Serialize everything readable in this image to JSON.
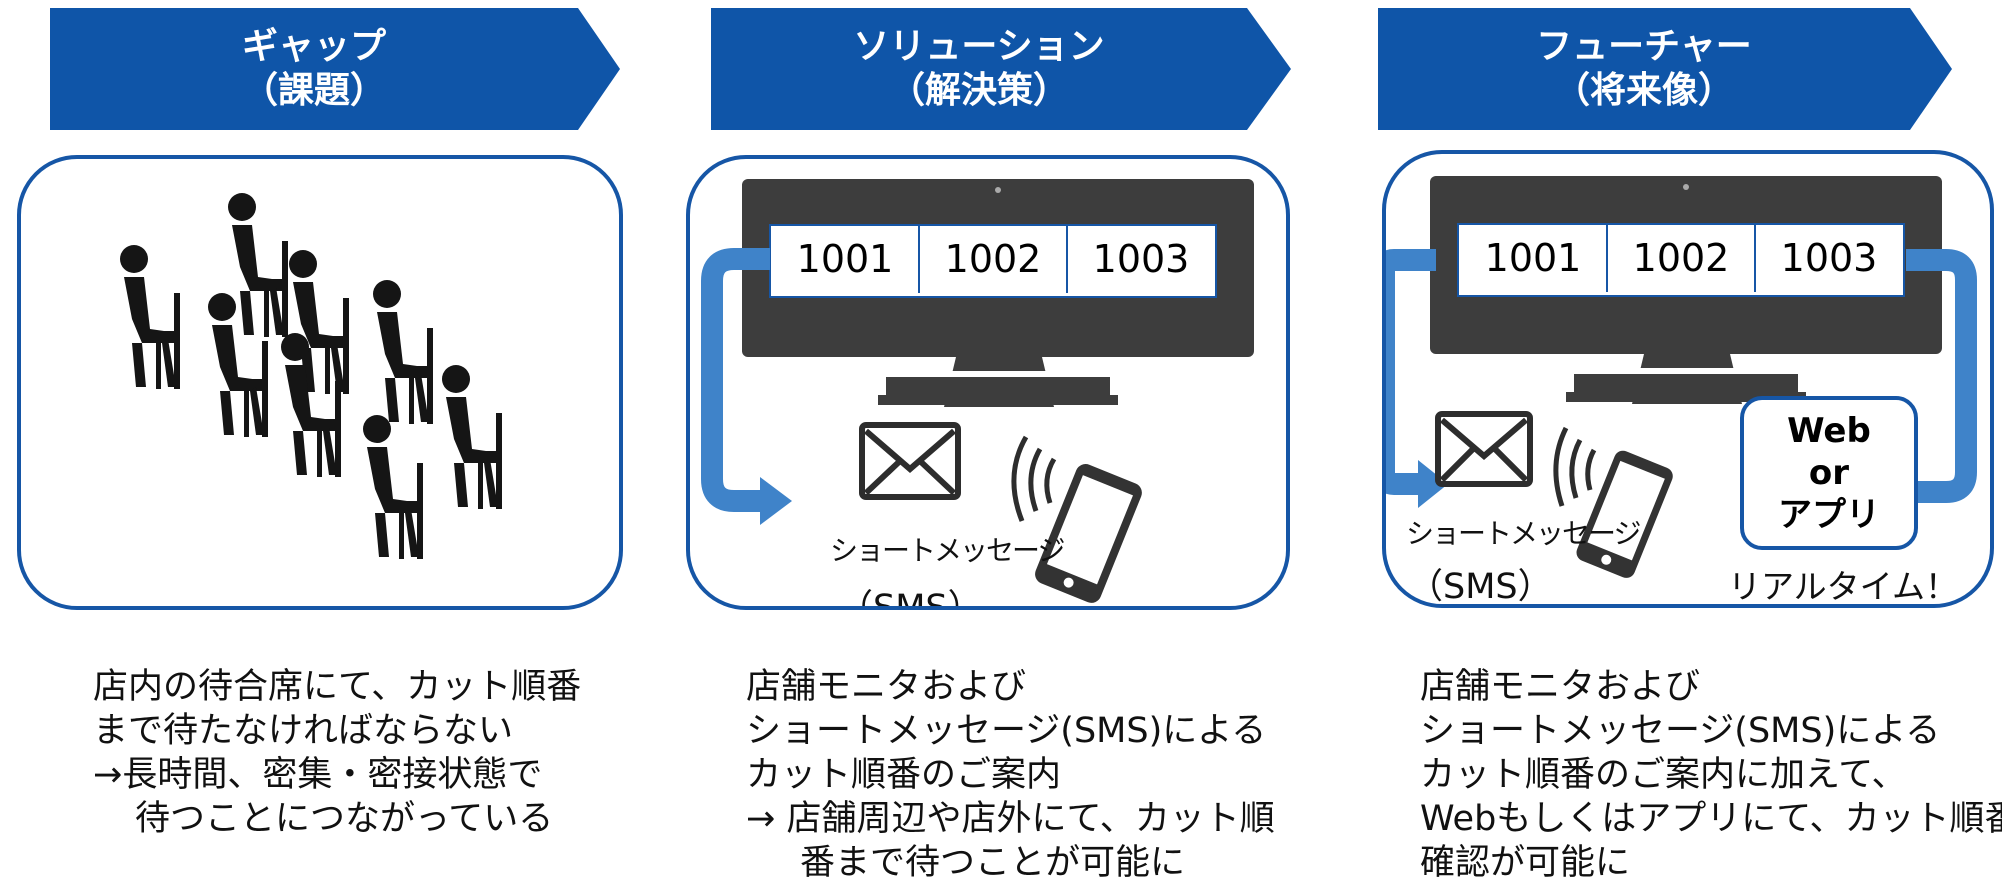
{
  "gap": {
    "title": "ギャップ",
    "subtitle": "（課題）",
    "description": [
      "店内の待合席にて、カット順番",
      "まで待たなければならない",
      "→長時間、密集・密接状態で",
      "待つことにつながっている"
    ]
  },
  "solution": {
    "title": "ソリューション",
    "subtitle": "（解決策）",
    "monitor_numbers": [
      "1001",
      "1002",
      "1003"
    ],
    "sms_label": "ショートメッセージ",
    "sms_abbr": "（SMS）",
    "description": [
      "店舗モニタおよび",
      "ショートメッセージ(SMS)による",
      "カット順番のご案内",
      "→ 店舗周辺や店外にて、カット順",
      "番まで待つことが可能に"
    ]
  },
  "future": {
    "title": "フューチャー",
    "subtitle": "（将来像）",
    "monitor_numbers": [
      "1001",
      "1002",
      "1003"
    ],
    "sms_label": "ショートメッセージ",
    "sms_abbr": "（SMS）",
    "web_box": [
      "Web",
      "or",
      "アプリ"
    ],
    "realtime": "リアルタイム！",
    "description": [
      "店舗モニタおよび",
      "ショートメッセージ(SMS)による",
      "カット順番のご案内に加えて、",
      "Webもしくはアプリにて、カット順番の",
      "確認が可能に"
    ]
  },
  "colors": {
    "banner": "#0f55a8",
    "border": "#1656a6",
    "arrow": "#3f83c9",
    "monitor": "#3d3d3d"
  }
}
